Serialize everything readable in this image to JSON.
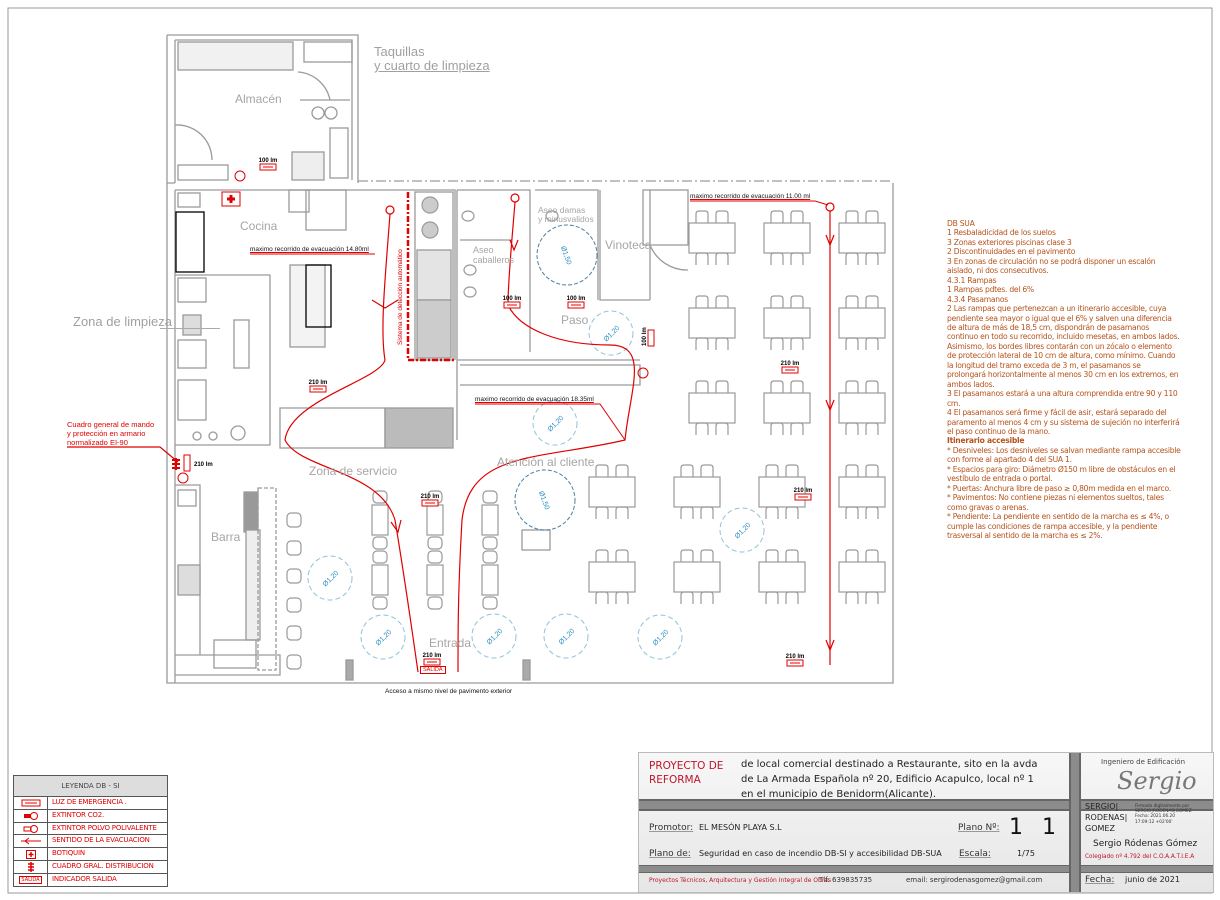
{
  "rooms": {
    "taquillas_line1": "Taquillas",
    "taquillas_line2": "y cuarto de limpieza",
    "almacen": "Almacén",
    "cocina": "Cocina",
    "zona_limpieza": "Zona de limpieza",
    "aseo_caballeros_1": "Aseo",
    "aseo_caballeros_2": "caballeros",
    "aseo_damas_1": "Aseo damas",
    "aseo_damas_2": "y minusvalidos",
    "vinoteca": "Vinoteca",
    "paso": "Paso",
    "zona_servicio": "Zona de servicio",
    "atencion_cliente": "Atención al cliente",
    "barra": "Barra",
    "entrada": "Entrada"
  },
  "annotations": {
    "cuadro_line1": "Cuadro general de mando",
    "cuadro_line2": "y protección en armario",
    "cuadro_line3": "normalizado EI-90",
    "deteccion": "Sistema de detección automático",
    "evac_1": "maximo recorrido de evacuación 14.80ml",
    "evac_2": "maximo recorrido de evacuación 18.35ml",
    "evac_3": "maximo recorrido de evacuación 11.00 ml",
    "acceso": "Acceso a mismo nivel de pavimento exterior",
    "salida": "SALIDA"
  },
  "lumens": [
    "100 lm",
    "100 lm",
    "100 lm",
    "100 lm",
    "210 lm",
    "210 lm",
    "210 lm",
    "210 lm",
    "210 lm",
    "210 lm",
    "210 lm"
  ],
  "turning_circles": [
    "Ø1,20",
    "Ø1,20",
    "Ø1,20",
    "Ø1,20",
    "Ø1,20",
    "Ø1,20",
    "Ø1,20",
    "Ø1,20",
    "Ø1,50",
    "Ø1,50"
  ],
  "notes": [
    "DB SUA",
    "1 Resbaladicidad de los suelos",
    "3 Zonas exteriores piscinas clase 3",
    "2 Discontinuidades en el pavimento",
    "3 En zonas de circulación no se podrá disponer un escalón",
    "aislado, ni dos consecutivos.",
    "4.3.1 Rampas",
    "1 Rampas pdtes. del 6%",
    "4.3.4 Pasamanos",
    "2 Las rampas que pertenezcan a un itinerario accesible, cuya",
    "pendiente sea mayor o igual que el 6% y salven una diferencia",
    "de altura de más de 18,5 cm, dispondrán de pasamanos",
    "continuo en todo su recorrido, incluido mesetas, en ambos lados.",
    "Asimismo, los bordes libres contarán con un zócalo o elemento",
    "de protección lateral de 10 cm de altura, como mínimo. Cuando",
    "la longitud del tramo exceda de 3 m, el pasamanos se",
    "prolongará horizontalmente al menos 30 cm en los extremos, en",
    "ambos lados.",
    "3 El pasamanos estará a una altura comprendida entre 90 y 110",
    "cm.",
    "4 El pasamanos será firme y fácil de asir, estará separado del",
    "paramento al menos 4 cm y su sistema de sujeción no interferirá",
    "el paso continuo de la mano.",
    "Itinerario accesible",
    "* Desniveles: Los desniveles se salvan mediante rampa accesible",
    "con forme al apartado 4 del SUA 1.",
    "* Espacios para giro: Diámetro Ø150 m libre de obstáculos en el",
    "vestíbulo de entrada o portal.",
    "* Puertas: Anchura libre de paso  ≥ 0,80m medida en el marco.",
    "* Pavimentos: No contiene piezas ni elementos sueltos, tales",
    "como gravas o arenas.",
    "* Pendiente: La pendiente en sentido de la marcha es ≤ 4%, o",
    "cumple las condiciones de rampa accesible, y la pendiente",
    "trasversal al sentido de la marcha es ≤ 2%."
  ],
  "legend": {
    "title": "LEYENDA DB - SI",
    "items": [
      {
        "icon": "emergency-light-icon",
        "label": "LUZ DE EMERGENCIA ."
      },
      {
        "icon": "co2-extinguisher-icon",
        "label": "EXTINTOR CO2."
      },
      {
        "icon": "powder-extinguisher-icon",
        "label": "EXTINTOR POLVO POLIVALENTE"
      },
      {
        "icon": "evacuation-arrow-icon",
        "label": "SENTIDO DE LA EVACUACION"
      },
      {
        "icon": "first-aid-icon",
        "label": "BOTIQUIN"
      },
      {
        "icon": "distribution-panel-icon",
        "label": "CUADRO GRAL. DISTRIBUCION"
      },
      {
        "icon": "exit-sign-icon",
        "label": "INDICADOR SALIDA"
      }
    ],
    "exit_sign_text": "SALIDA"
  },
  "title_block": {
    "project_label_1": "PROYECTO DE",
    "project_label_2": "REFORMA",
    "description_1": "de local comercial destinado a Restaurante, sito en la avda",
    "description_2": "de La Armada Española nº 20, Edificio Acapulco, local nº 1",
    "description_3": "en el municipio de Benidorm(Alicante).",
    "promotor_label": "Promotor:",
    "promotor_value": "EL MESÓN PLAYA S.L",
    "plano_num_label": "Plano Nº:",
    "plano_num_value": "1 1",
    "plano_de_label": "Plano de:",
    "plano_de_value": "Seguridad en caso de incendio DB-SI y accesibilidad DB-SUA",
    "escala_label": "Escala:",
    "escala_value": "1/75",
    "footer_company": "Proyectos Técnicos, Arquitectura y Gestión Integral de Obras",
    "footer_phone": "Tlf: 639835735",
    "footer_email": "email: sergirodenasgomez@gmail.com",
    "role": "Ingeniero de Edificación",
    "signature": "Sergio",
    "signer_1": "SERGIO|",
    "signer_2": "RODENAS|",
    "signer_3": "GOMEZ",
    "digital_1": "Firmado digitalmente por",
    "digital_2": "SERGIO|RODENAS|GOMEZ",
    "digital_3": "Fecha: 2021.06.20",
    "digital_4": "17:09:12 +02'00'",
    "name": "Sergio Ródenas Gómez",
    "colegiado": "Colegiado nº 4.792 del C.O.A.A.T.I.E.A",
    "fecha_label": "Fecha:",
    "fecha_value": "junio de 2021"
  },
  "colors": {
    "evacuation": "#e00000",
    "walls": "#9a9a9a",
    "circles": "#3a8db8",
    "notes": "#b5521b"
  }
}
